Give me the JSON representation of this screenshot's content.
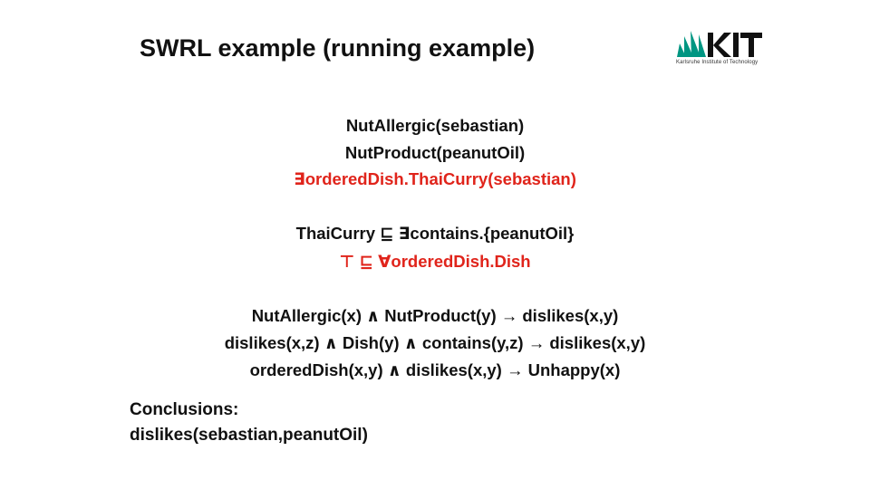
{
  "slide": {
    "title": "SWRL example (running example)",
    "logo": {
      "wordmark": "KIT",
      "subtitle": "Karlsruhe Institute of Technology",
      "accent_color": "#009682"
    },
    "assertions": {
      "line1": "NutAllergic(sebastian)",
      "line2": "NutProduct(peanutOil)",
      "line3": "∃orderedDish.ThaiCurry(sebastian)"
    },
    "axioms": {
      "line1": "ThaiCurry ⊑ ∃contains.{peanutOil}",
      "line2": "⊤ ⊑ ∀orderedDish.Dish"
    },
    "rules": {
      "line1": "NutAllergic(x) ∧ NutProduct(y) → dislikes(x,y)",
      "line2": "dislikes(x,z) ∧ Dish(y) ∧ contains(y,z) → dislikes(x,y)",
      "line3": "orderedDish(x,y) ∧ dislikes(x,y) → Unhappy(x)"
    },
    "conclusions": {
      "heading": "Conclusions:",
      "line1": "dislikes(sebastian,peanutOil)"
    },
    "colors": {
      "highlight": "#e0241b",
      "text": "#111111"
    }
  }
}
